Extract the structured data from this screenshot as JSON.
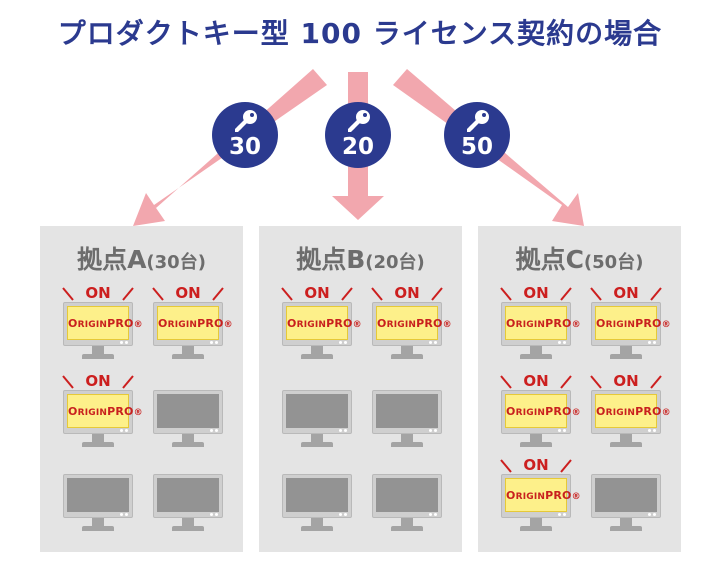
{
  "title": "プロダクトキー型 100 ライセンス契約の場合",
  "keys": [
    {
      "count": "30"
    },
    {
      "count": "20"
    },
    {
      "count": "50"
    }
  ],
  "sites": [
    {
      "name": "拠点A",
      "count_label": "(30台)"
    },
    {
      "name": "拠点B",
      "count_label": "(20台)"
    },
    {
      "name": "拠点C",
      "count_label": "(50台)"
    }
  ],
  "on_label": "ON",
  "brand": {
    "first": "O",
    "rest": "RIGIN",
    "pro": "PRO",
    "tm": "®"
  },
  "colors": {
    "title": "#2b3a8f",
    "badge": "#2b3a8f",
    "arrow": "#f2a7ae",
    "site_bg": "#e4e4e4",
    "on_red": "#cc1f1f",
    "screen_on": "#fdf08a",
    "screen_off": "#939393"
  },
  "icons": [
    "key-icon"
  ]
}
